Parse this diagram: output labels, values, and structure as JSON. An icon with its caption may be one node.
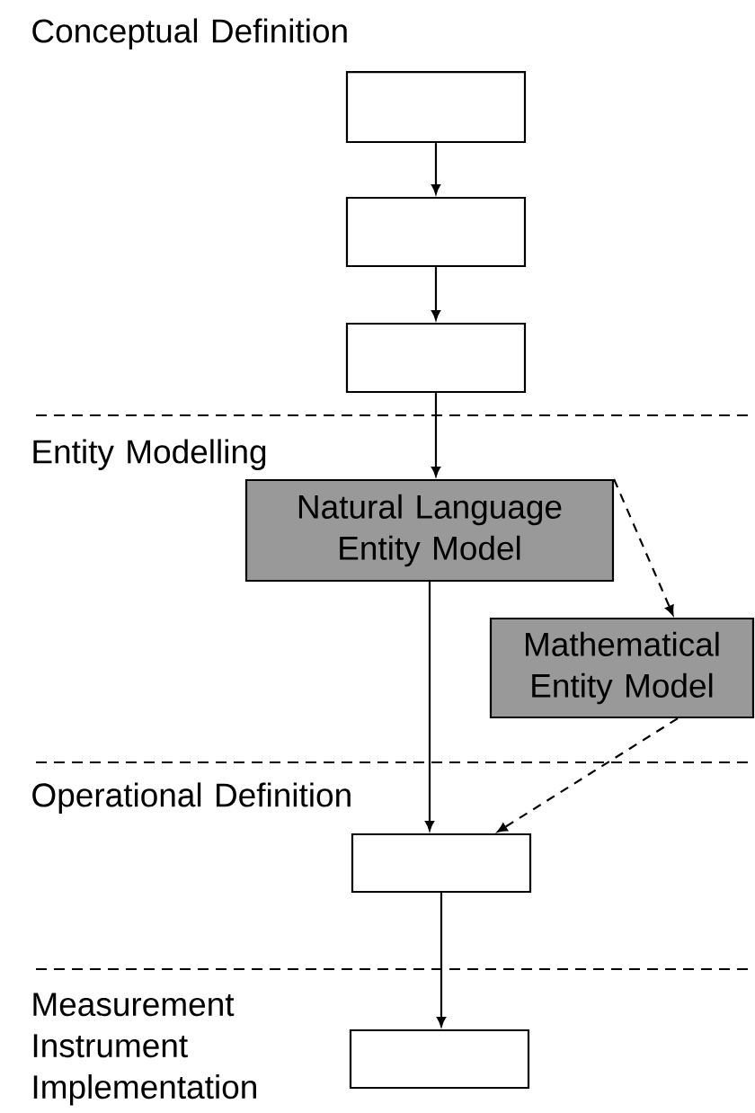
{
  "diagram": {
    "nodes": [
      {
        "text": [],
        "shape": "box"
      },
      {
        "text": [],
        "shape": "box"
      },
      {
        "text": [],
        "shape": "box"
      },
      {
        "text": [
          "Natural Language Entity Model"
        ]
      },
      {
        "text": [
          "Mathematical Entity Model"
        ]
      },
      {
        "text": [],
        "shape": "box"
      },
      {
        "text": [],
        "shape": "box"
      }
    ],
    "edges": [
      {
        "from": 0,
        "to": 1,
        "arrow": "to"
      },
      {
        "from": 1,
        "to": 2,
        "arrow": "to"
      },
      {
        "from": 2,
        "to": 3,
        "arrow": "to"
      },
      {
        "from": 3,
        "to": 4,
        "arrow": "to",
        "style": "dashed"
      },
      {
        "from": 3,
        "to": 5,
        "arrow": "to"
      },
      {
        "from": 4,
        "to": 5,
        "arrow": "to",
        "style": "dashed"
      },
      {
        "from": 5,
        "to": 6,
        "arrow": "to"
      }
    ],
    "labels": [
      "Conceptual Definition",
      "Entity Modelling",
      "Operational Definition",
      "Measurement Instrument Implementation"
    ]
  }
}
